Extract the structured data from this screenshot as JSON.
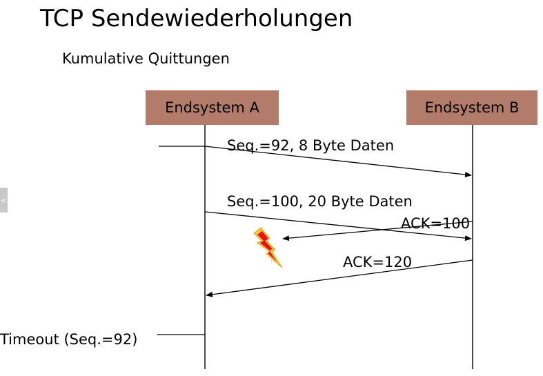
{
  "slide": {
    "title": "TCP Sendewiederholungen",
    "subtitle": "Kumulative Quittungen"
  },
  "endsystems": {
    "a_label": "Endsystem A",
    "b_label": "Endsystem B",
    "box_color": "#b27b6a"
  },
  "messages": {
    "seq92_label": "Seq.=92, 8 Byte Daten",
    "seq100_label": "Seq.=100, 20 Byte Daten",
    "ack100_label": "ACK=100",
    "ack120_label": "ACK=120",
    "timeout_label": "Timeout (Seq.=92)"
  },
  "icons": {
    "loss": "lightning-bolt-icon",
    "loss_colors": [
      "#e8101b",
      "#f5c842"
    ]
  },
  "nav": {
    "prev_icon": "chevron-left-icon",
    "prev_glyph": "<"
  }
}
